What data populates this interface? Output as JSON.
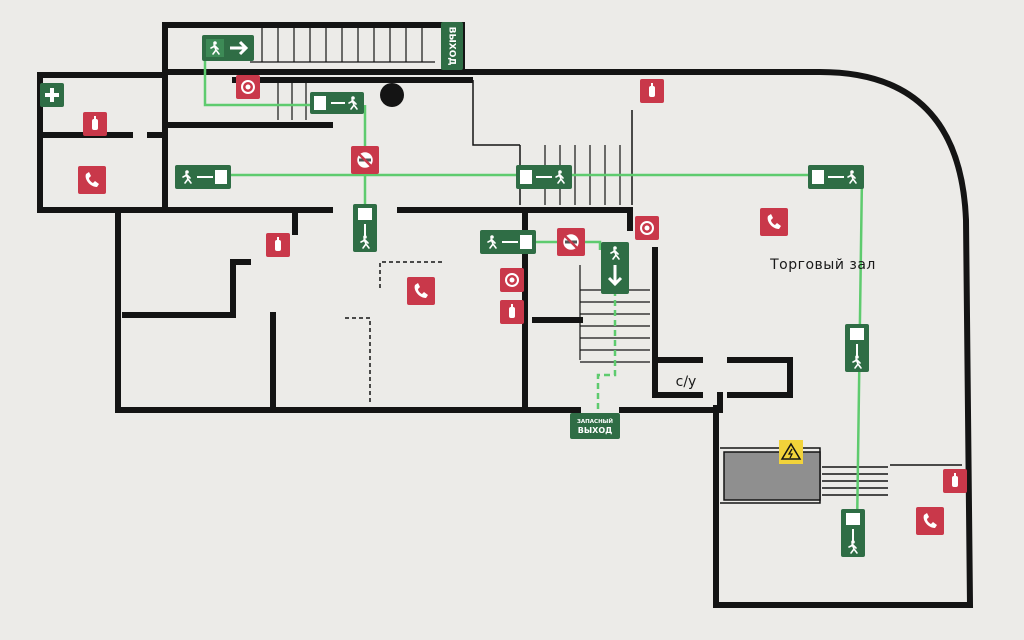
{
  "plan": {
    "hall_label": "Торговый зал",
    "wc_label": "с/у",
    "main_exit_label": "ВЫХОД",
    "emergency_exit_label_line1": "ЗАПАСНЫЙ",
    "emergency_exit_label_line2": "ВЫХОД"
  },
  "colors": {
    "wall": "#141414",
    "background": "#ecebe8",
    "route": "#5ecb6e",
    "exit_sign": "#2f6d45",
    "fire_sign": "#c9384a",
    "warning_sign": "#f2d33a",
    "shaded_area": "#8f8f8f"
  },
  "icons": {
    "exit_sign": "running-man-exit-icon",
    "fire_phone": "fire-phone-icon",
    "fire_alarm": "fire-alarm-button-icon",
    "fire_extinguisher": "fire-extinguisher-icon",
    "no_smoking": "no-smoking-icon",
    "first_aid": "first-aid-icon",
    "high_voltage": "high-voltage-warning-icon",
    "you_are_here": "you-are-here-marker-icon"
  }
}
